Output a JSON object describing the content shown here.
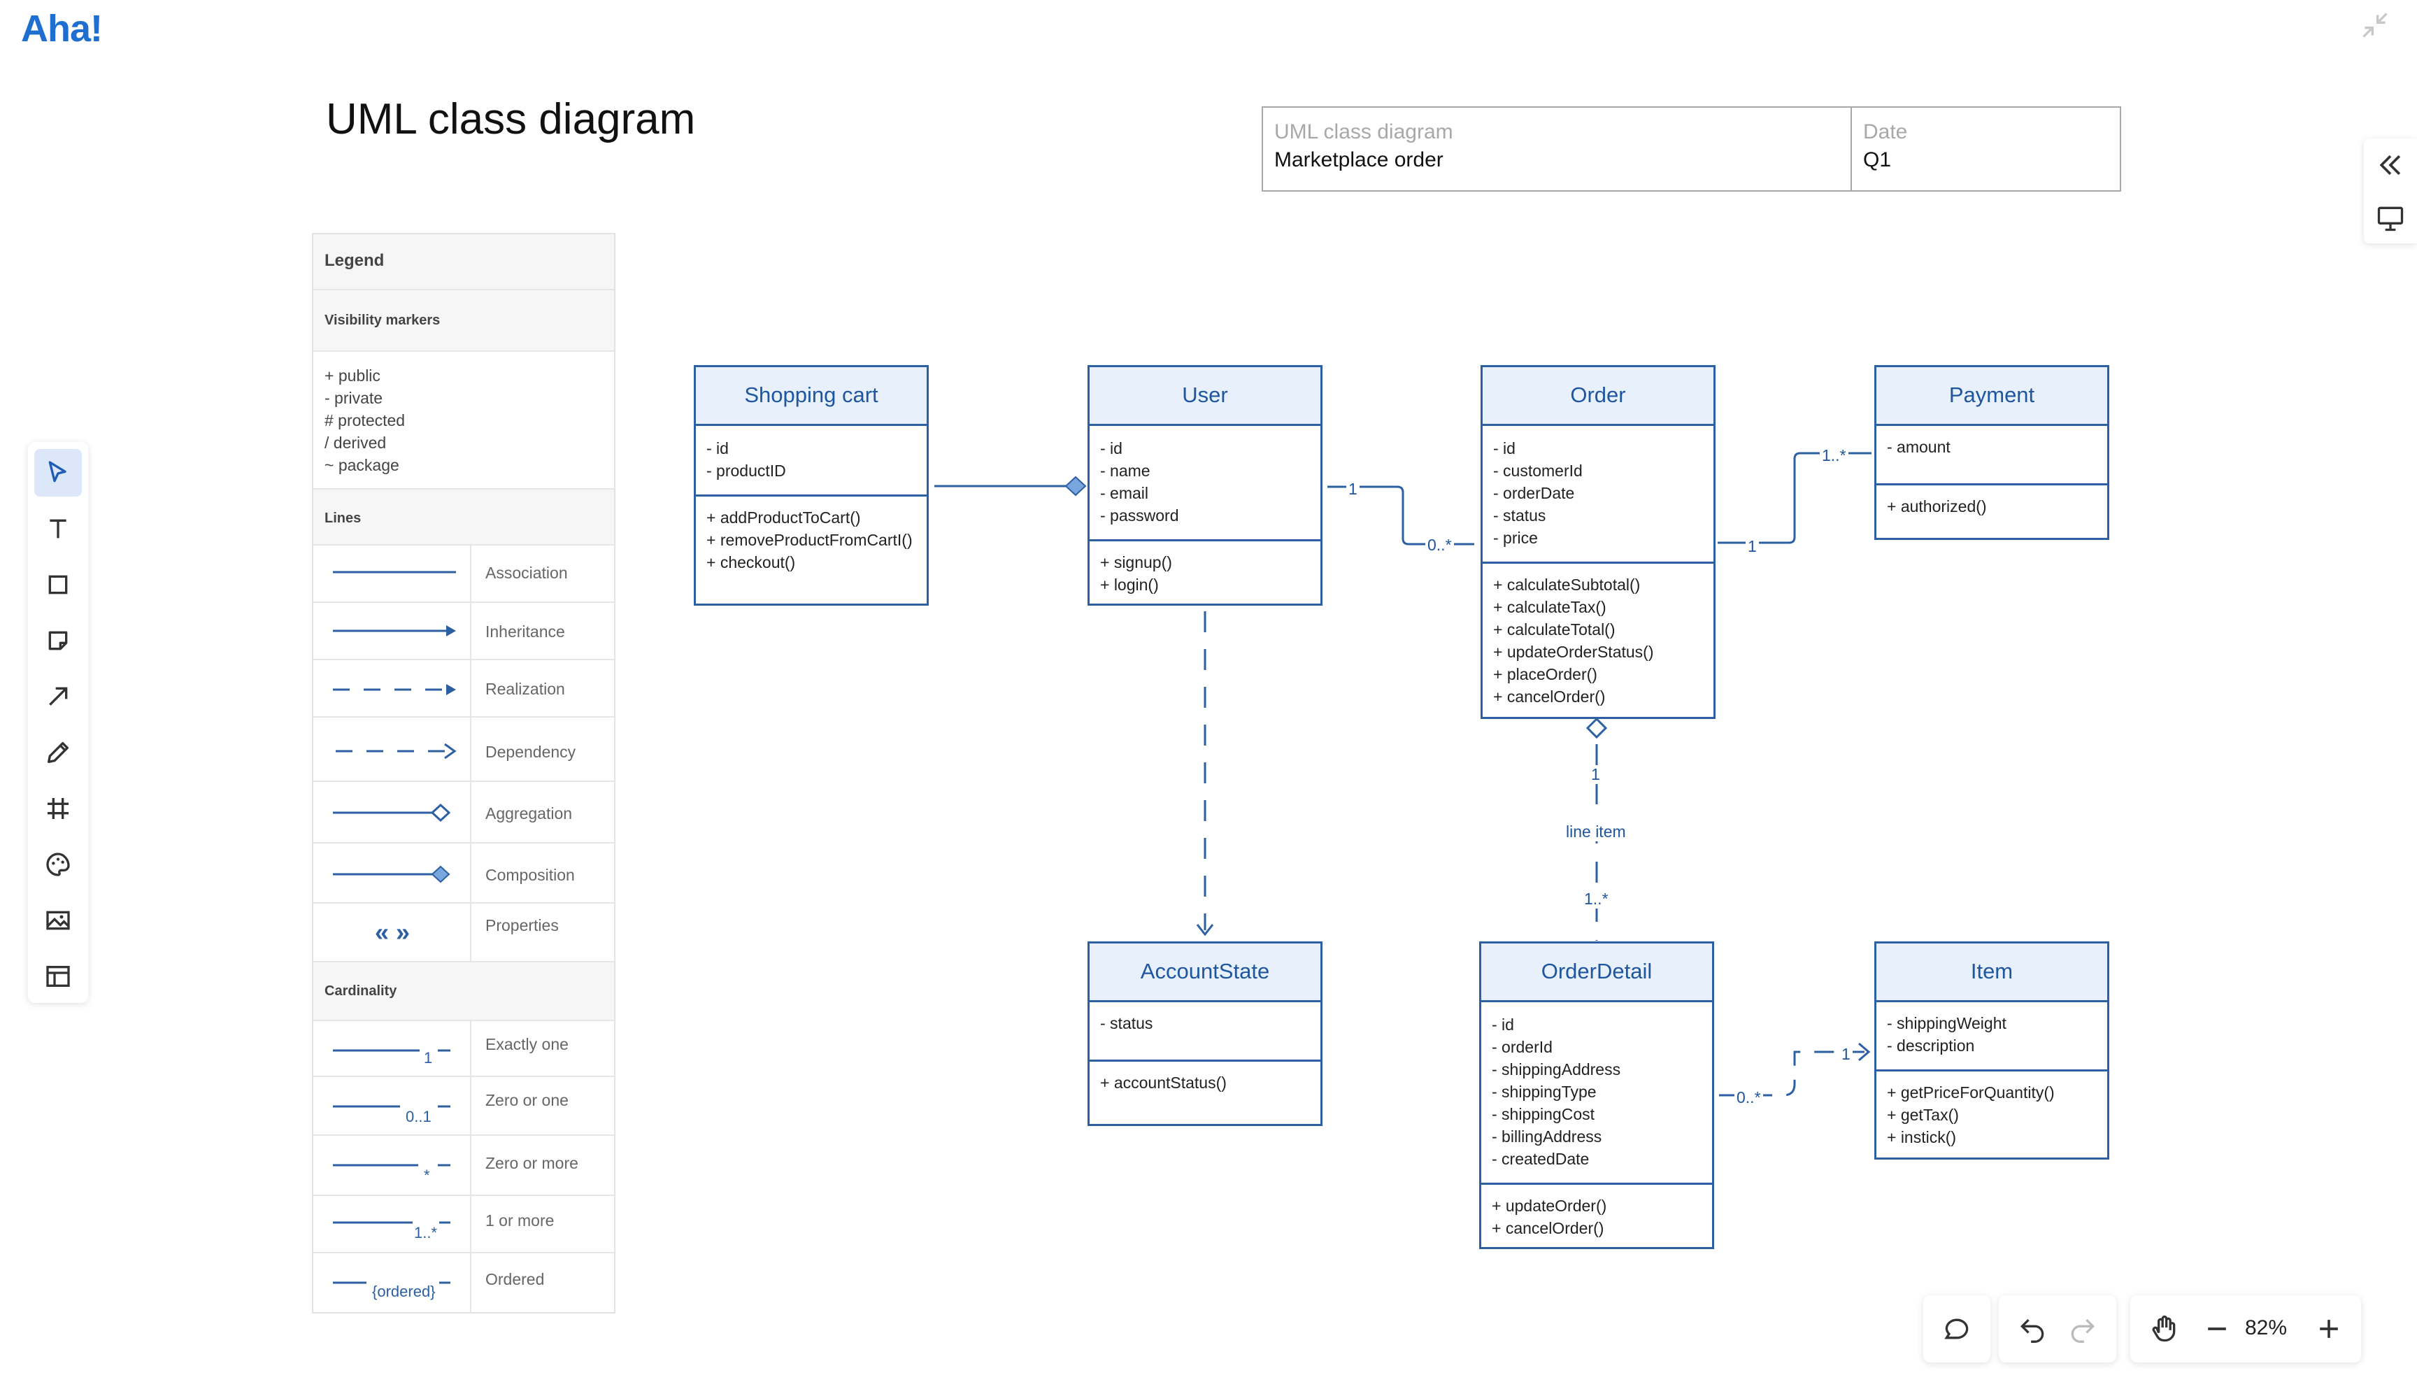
{
  "app": {
    "logo": "Aha!"
  },
  "page": {
    "title": "UML class diagram"
  },
  "title_block": {
    "cells": [
      {
        "label": "UML class diagram",
        "value": "Marketplace order"
      },
      {
        "label": "Date",
        "value": "Q1"
      }
    ]
  },
  "legend": {
    "title": "Legend",
    "visibility_title": "Visibility markers",
    "visibility": [
      "+ public",
      "- private",
      "# protected",
      "/ derived",
      "~ package"
    ],
    "lines_title": "Lines",
    "lines": [
      "Association",
      "Inheritance",
      "Realization",
      "Dependency",
      "Aggregation",
      "Composition",
      "Properties"
    ],
    "properties_symbol": "« »",
    "cardinality_title": "Cardinality",
    "cardinality": [
      {
        "symbol": "1",
        "name": "Exactly one"
      },
      {
        "symbol": "0..1",
        "name": "Zero or one"
      },
      {
        "symbol": "*",
        "name": "Zero or more"
      },
      {
        "symbol": "1..*",
        "name": "1 or more"
      },
      {
        "symbol": "{ordered}",
        "name": "Ordered"
      }
    ]
  },
  "classes": {
    "shopping_cart": {
      "name": "Shopping cart",
      "attributes": [
        "- id",
        "- productID"
      ],
      "methods": [
        "+ addProductToCart()",
        "+ removeProductFromCartI()",
        "+ checkout()"
      ]
    },
    "user": {
      "name": "User",
      "attributes": [
        "- id",
        "- name",
        "- email",
        "- password"
      ],
      "methods": [
        "+ signup()",
        "+ login()"
      ]
    },
    "order": {
      "name": "Order",
      "attributes": [
        "- id",
        "- customerId",
        "- orderDate",
        "- status",
        "- price"
      ],
      "methods": [
        "+ calculateSubtotal()",
        "+ calculateTax()",
        "+ calculateTotal()",
        "+ updateOrderStatus()",
        "+ placeOrder()",
        "+ cancelOrder()"
      ]
    },
    "payment": {
      "name": "Payment",
      "attributes": [
        "- amount"
      ],
      "methods": [
        "+ authorized()"
      ]
    },
    "account_state": {
      "name": "AccountState",
      "attributes": [
        "- status"
      ],
      "methods": [
        "+ accountStatus()"
      ]
    },
    "order_detail": {
      "name": "OrderDetail",
      "attributes": [
        "- id",
        "- orderId",
        "- shippingAddress",
        "- shippingType",
        "- shippingCost",
        "- billingAddress",
        "- createdDate"
      ],
      "methods": [
        "+ updateOrder()",
        "+ cancelOrder()"
      ]
    },
    "item": {
      "name": "Item",
      "attributes": [
        "- shippingWeight",
        "- description"
      ],
      "methods": [
        "+ getPriceForQuantity()",
        "+ getTax()",
        "+ instick()"
      ]
    }
  },
  "connector_labels": {
    "user_order_user": "1",
    "user_order_order": "0..*",
    "order_payment_order": "1",
    "order_payment_payment": "1..*",
    "order_detail_top": "1",
    "order_detail_name": "line item",
    "order_detail_bottom": "1..*",
    "detail_item_detail": "0..*",
    "detail_item_item": "1"
  },
  "zoom": {
    "level": "82%"
  },
  "colors": {
    "accent": "#2d5fa3",
    "header_fill": "#e8f0fb",
    "logo": "#1e6fd0"
  }
}
